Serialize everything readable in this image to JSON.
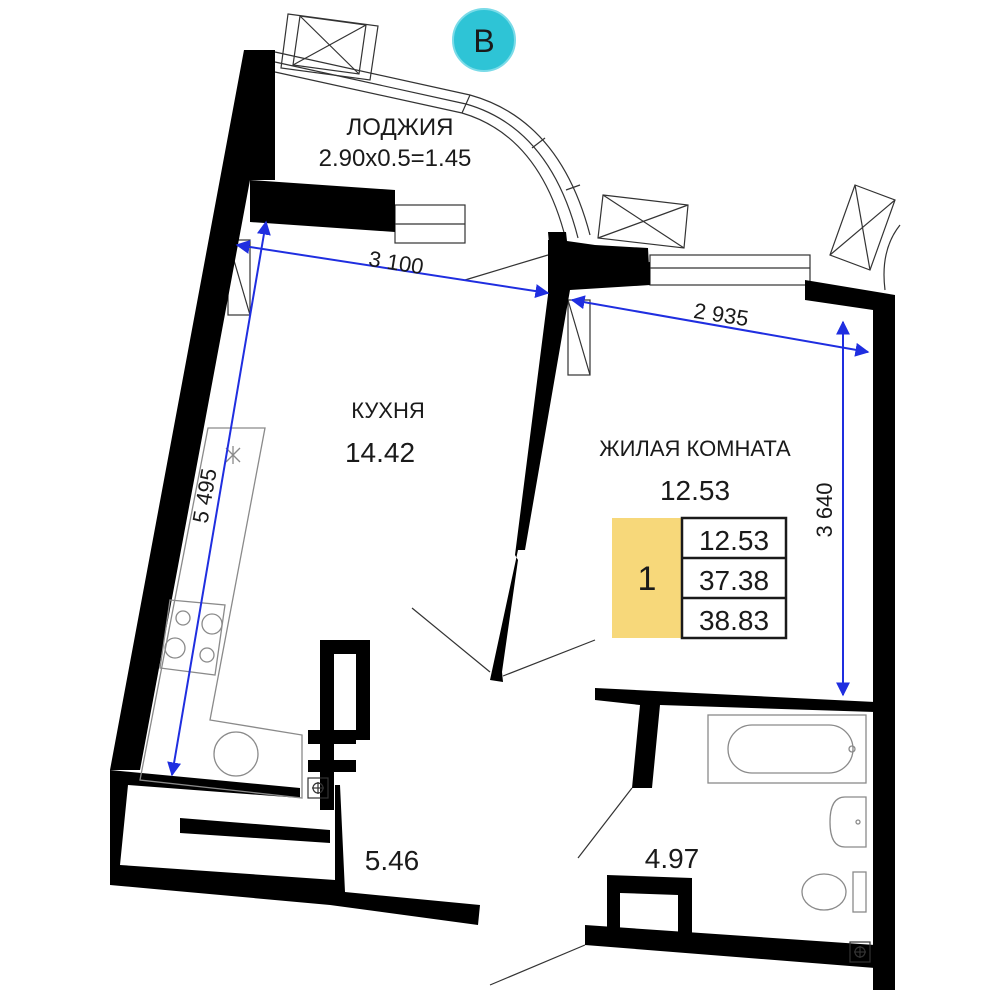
{
  "compass": {
    "letter": "В",
    "color": "#2ec4d6"
  },
  "rooms": {
    "loggia": {
      "name": "ЛОДЖИЯ",
      "formula": "2.90x0.5=1.45"
    },
    "kitchen": {
      "name": "КУХНЯ",
      "area": "14.42"
    },
    "living": {
      "name": "ЖИЛАЯ КОМНАТА",
      "area": "12.53"
    },
    "hall": {
      "area": "5.46"
    },
    "bathroom": {
      "area": "4.97"
    }
  },
  "dimensions": {
    "kitchen_width": "3 100",
    "kitchen_length": "5 495",
    "room_width": "2 935",
    "room_length": "3 640",
    "color": "#1f2ee0"
  },
  "summary": {
    "rooms_count": "1",
    "living_area": "12.53",
    "total_area": "37.38",
    "total_with_loggia": "38.83",
    "badge_color": "#f7d87a"
  }
}
